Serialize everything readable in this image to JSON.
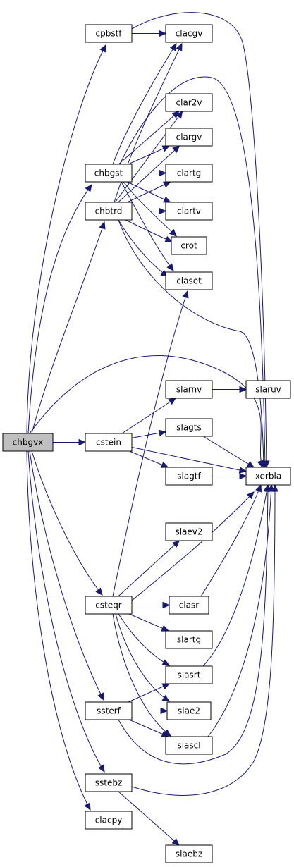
{
  "graph": {
    "edge_color": "#191970",
    "root_fill": "#bfbfbf",
    "nodes": [
      {
        "id": "chbgvx",
        "label": "chbgvx"
      },
      {
        "id": "cpbstf",
        "label": "cpbstf"
      },
      {
        "id": "clacgv",
        "label": "clacgv"
      },
      {
        "id": "clar2v",
        "label": "clar2v"
      },
      {
        "id": "clargv",
        "label": "clargv"
      },
      {
        "id": "chbgst",
        "label": "chbgst"
      },
      {
        "id": "clartg",
        "label": "clartg"
      },
      {
        "id": "chbtrd",
        "label": "chbtrd"
      },
      {
        "id": "clartv",
        "label": "clartv"
      },
      {
        "id": "crot",
        "label": "crot"
      },
      {
        "id": "claset",
        "label": "claset"
      },
      {
        "id": "slarnv",
        "label": "slarnv"
      },
      {
        "id": "slaruv",
        "label": "slaruv"
      },
      {
        "id": "slagts",
        "label": "slagts"
      },
      {
        "id": "cstein",
        "label": "cstein"
      },
      {
        "id": "slagtf",
        "label": "slagtf"
      },
      {
        "id": "xerbla",
        "label": "xerbla"
      },
      {
        "id": "slaev2",
        "label": "slaev2"
      },
      {
        "id": "csteqr",
        "label": "csteqr"
      },
      {
        "id": "clasr",
        "label": "clasr"
      },
      {
        "id": "slartg",
        "label": "slartg"
      },
      {
        "id": "slasrt",
        "label": "slasrt"
      },
      {
        "id": "ssterf",
        "label": "ssterf"
      },
      {
        "id": "slae2",
        "label": "slae2"
      },
      {
        "id": "slascl",
        "label": "slascl"
      },
      {
        "id": "sstebz",
        "label": "sstebz"
      },
      {
        "id": "clacpy",
        "label": "clacpy"
      },
      {
        "id": "slaebz",
        "label": "slaebz"
      }
    ],
    "edges": [
      {
        "from": "chbgvx",
        "to": "cpbstf"
      },
      {
        "from": "chbgvx",
        "to": "chbgst"
      },
      {
        "from": "chbgvx",
        "to": "chbtrd"
      },
      {
        "from": "chbgvx",
        "to": "xerbla"
      },
      {
        "from": "chbgvx",
        "to": "cstein"
      },
      {
        "from": "chbgvx",
        "to": "csteqr"
      },
      {
        "from": "chbgvx",
        "to": "ssterf"
      },
      {
        "from": "chbgvx",
        "to": "sstebz"
      },
      {
        "from": "chbgvx",
        "to": "clacpy"
      },
      {
        "from": "cpbstf",
        "to": "clacgv"
      },
      {
        "from": "cpbstf",
        "to": "xerbla"
      },
      {
        "from": "chbgst",
        "to": "clacgv"
      },
      {
        "from": "chbgst",
        "to": "clar2v"
      },
      {
        "from": "chbgst",
        "to": "clargv"
      },
      {
        "from": "chbgst",
        "to": "clartg"
      },
      {
        "from": "chbgst",
        "to": "clartv"
      },
      {
        "from": "chbgst",
        "to": "crot"
      },
      {
        "from": "chbgst",
        "to": "claset"
      },
      {
        "from": "chbgst",
        "to": "xerbla"
      },
      {
        "from": "chbtrd",
        "to": "clacgv"
      },
      {
        "from": "chbtrd",
        "to": "clar2v"
      },
      {
        "from": "chbtrd",
        "to": "clargv"
      },
      {
        "from": "chbtrd",
        "to": "clartg"
      },
      {
        "from": "chbtrd",
        "to": "clartv"
      },
      {
        "from": "chbtrd",
        "to": "crot"
      },
      {
        "from": "chbtrd",
        "to": "claset"
      },
      {
        "from": "chbtrd",
        "to": "xerbla"
      },
      {
        "from": "cstein",
        "to": "slarnv"
      },
      {
        "from": "cstein",
        "to": "slagts"
      },
      {
        "from": "cstein",
        "to": "slagtf"
      },
      {
        "from": "cstein",
        "to": "xerbla"
      },
      {
        "from": "slarnv",
        "to": "slaruv"
      },
      {
        "from": "slagts",
        "to": "xerbla"
      },
      {
        "from": "slagtf",
        "to": "xerbla"
      },
      {
        "from": "csteqr",
        "to": "claset"
      },
      {
        "from": "csteqr",
        "to": "slaev2"
      },
      {
        "from": "csteqr",
        "to": "xerbla"
      },
      {
        "from": "csteqr",
        "to": "clasr"
      },
      {
        "from": "csteqr",
        "to": "slartg"
      },
      {
        "from": "csteqr",
        "to": "slasrt"
      },
      {
        "from": "csteqr",
        "to": "slae2"
      },
      {
        "from": "csteqr",
        "to": "slascl"
      },
      {
        "from": "clasr",
        "to": "xerbla"
      },
      {
        "from": "slasrt",
        "to": "xerbla"
      },
      {
        "from": "ssterf",
        "to": "slasrt"
      },
      {
        "from": "ssterf",
        "to": "slae2"
      },
      {
        "from": "ssterf",
        "to": "slascl"
      },
      {
        "from": "ssterf",
        "to": "xerbla"
      },
      {
        "from": "slascl",
        "to": "xerbla"
      },
      {
        "from": "sstebz",
        "to": "xerbla"
      },
      {
        "from": "sstebz",
        "to": "slaebz"
      }
    ]
  }
}
